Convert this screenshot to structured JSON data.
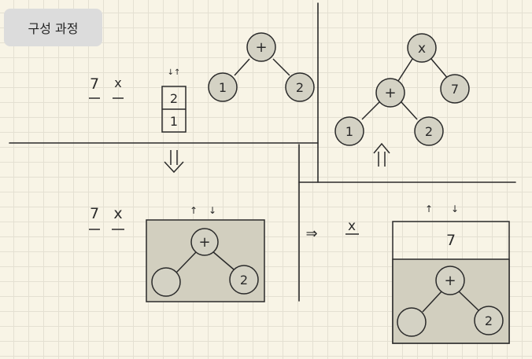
{
  "title": "구성 과정",
  "colors": {
    "background": "#f8f4e6",
    "grid": "#e4e0d2",
    "node_fill": "#d4d2c4",
    "box_fill": "#d2cfbf",
    "ink": "#2a2a2a"
  },
  "scenes": [
    {
      "name": "step-1",
      "queue": [
        "7",
        "x"
      ],
      "stack": [
        "2",
        "1"
      ],
      "tree": {
        "root": "+",
        "left": "1",
        "right": "2"
      }
    },
    {
      "name": "step-2",
      "queue": [
        "7",
        "x"
      ],
      "stack_tree": {
        "root": "+",
        "left": "",
        "right": "2"
      }
    },
    {
      "name": "step-3",
      "queue": [
        "x"
      ],
      "stack_top": "7",
      "stack_tree": {
        "root": "+",
        "left": "",
        "right": "2"
      }
    },
    {
      "name": "step-4",
      "tree": {
        "root": "x",
        "left": "+",
        "right": "7",
        "left_left": "1",
        "left_right": "2"
      }
    }
  ]
}
